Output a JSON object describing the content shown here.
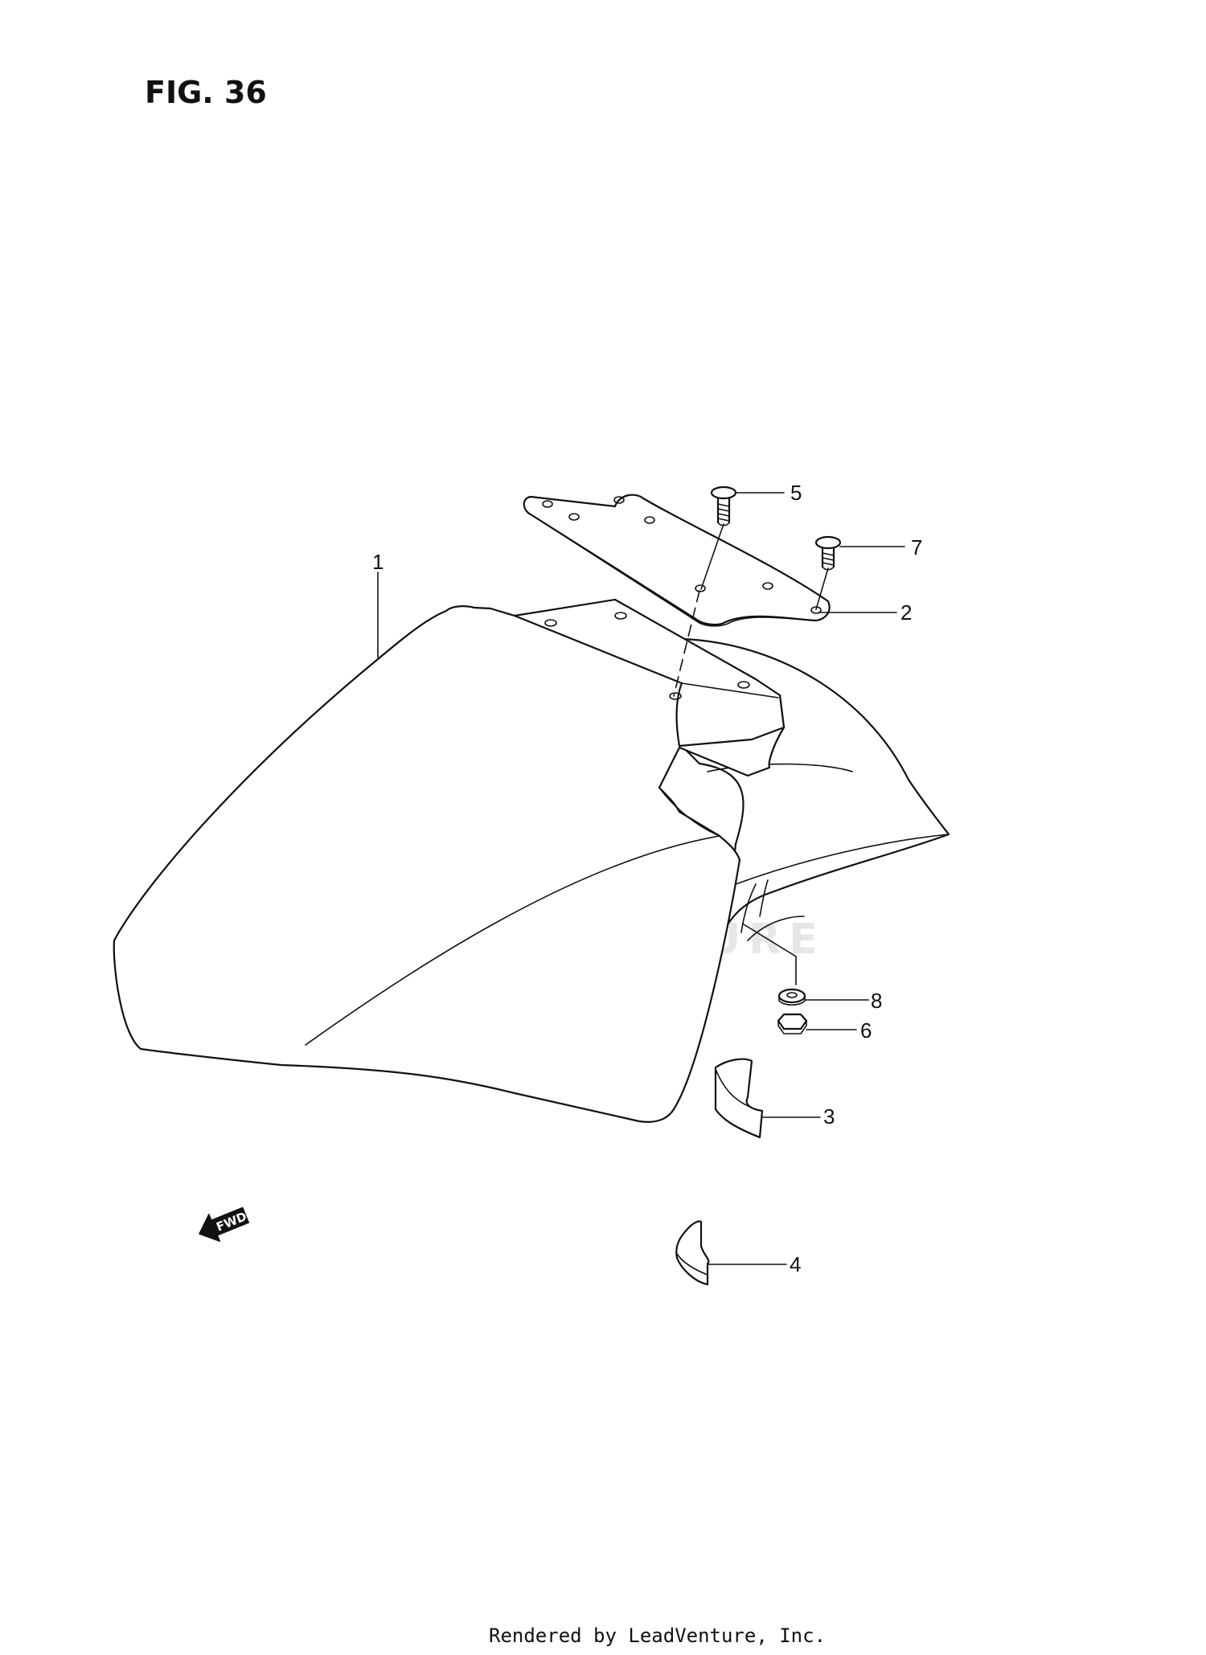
{
  "figure": {
    "title": "FIG. 36"
  },
  "callouts": [
    {
      "id": "1",
      "label": "1"
    },
    {
      "id": "2",
      "label": "2"
    },
    {
      "id": "3",
      "label": "3"
    },
    {
      "id": "4",
      "label": "4"
    },
    {
      "id": "5",
      "label": "5"
    },
    {
      "id": "6",
      "label": "6"
    },
    {
      "id": "7",
      "label": "7"
    },
    {
      "id": "8",
      "label": "8"
    }
  ],
  "direction_marker": {
    "label": "FWD",
    "icon": "fwd-arrow-icon"
  },
  "watermark": {
    "text": "LEADVENTURE",
    "icon": "leadventure-flame-logo"
  },
  "footer": {
    "text": "Rendered by LeadVenture, Inc."
  },
  "colors": {
    "line": "#111111",
    "background": "#ffffff",
    "watermark": "#e6e6e6"
  }
}
